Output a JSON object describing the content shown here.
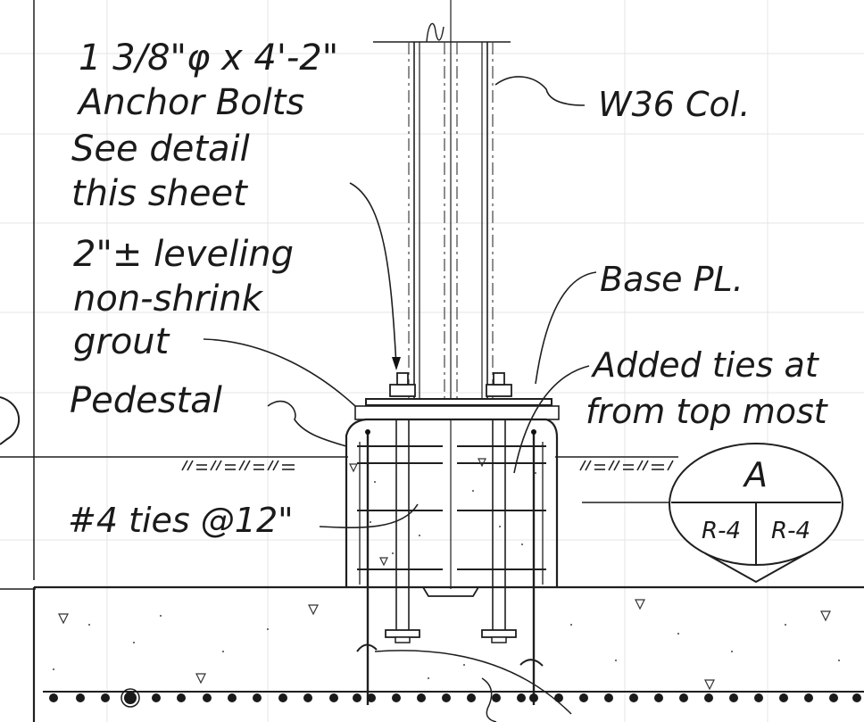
{
  "notes": {
    "anchor_bolts": [
      "1 3/8\"φ x 4'-2\"",
      "Anchor Bolts",
      "See detail",
      "this sheet"
    ],
    "column": "W36 Col.",
    "grout": [
      "2\"± leveling",
      "non-shrink",
      "grout"
    ],
    "base_plate": "Base PL.",
    "added_ties": [
      "Added ties at",
      "from top most"
    ],
    "pedestal": "Pedestal",
    "ties": "#4 ties @12\""
  },
  "section_marker": {
    "letter": "A",
    "left_sheet": "R-4",
    "right_sheet": "R-4"
  }
}
